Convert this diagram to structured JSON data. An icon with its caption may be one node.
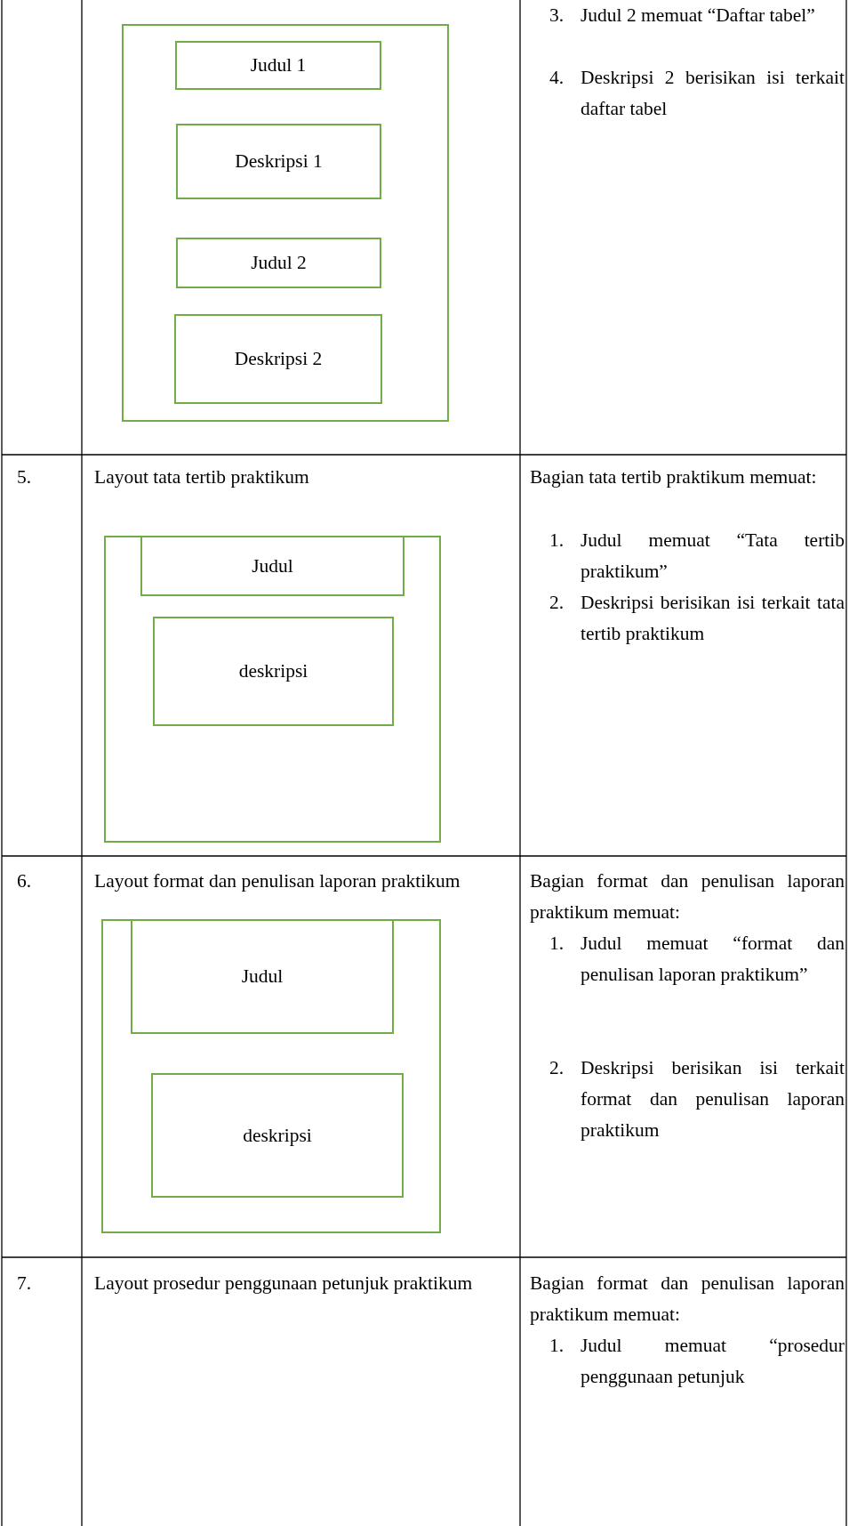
{
  "diagram": {
    "nodes": [
      {
        "text": [],
        "shape": "box"
      },
      {
        "text": [
          "Judul 1"
        ],
        "in": 0
      },
      {
        "text": [
          "Deskripsi 1"
        ],
        "in": 0
      },
      {
        "text": [
          "Judul 2"
        ],
        "in": 0
      },
      {
        "text": [
          "Deskripsi 2"
        ],
        "in": 0
      },
      {
        "text": [],
        "shape": "box"
      },
      {
        "text": [
          "Judul"
        ],
        "in": 5
      },
      {
        "text": [
          "deskripsi"
        ],
        "in": 5
      },
      {
        "text": [],
        "shape": "box"
      },
      {
        "text": [
          "Judul"
        ],
        "in": 8
      },
      {
        "text": [
          "deskripsi"
        ],
        "in": 8
      }
    ],
    "labels": [
      "3.",
      "Judul 2 memuat “Daftar tabel”",
      "4.",
      "Deskripsi 2 berisikan isi terkait daftar tabel",
      "5.",
      "Layout tata tertib praktikum",
      "Bagian tata tertib praktikum memuat:",
      "1.",
      "Judul memuat “Tata tertib praktikum”",
      "2.",
      "Deskripsi berisikan isi terkait tata tertib praktikum",
      "6.",
      "Layout format dan penulisan laporan praktikum",
      "Bagian format dan penulisan laporan praktikum memuat:",
      "1.",
      "Judul memuat “format dan penulisan laporan praktikum”",
      "2.",
      "Deskripsi berisikan isi terkait format dan penulisan laporan praktikum",
      "7.",
      "Layout prosedur penggunaan petunjuk praktikum",
      "Bagian format dan penulisan laporan praktikum memuat:",
      "1.",
      "Judul memuat “prosedur penggunaan petunjuk"
    ]
  }
}
